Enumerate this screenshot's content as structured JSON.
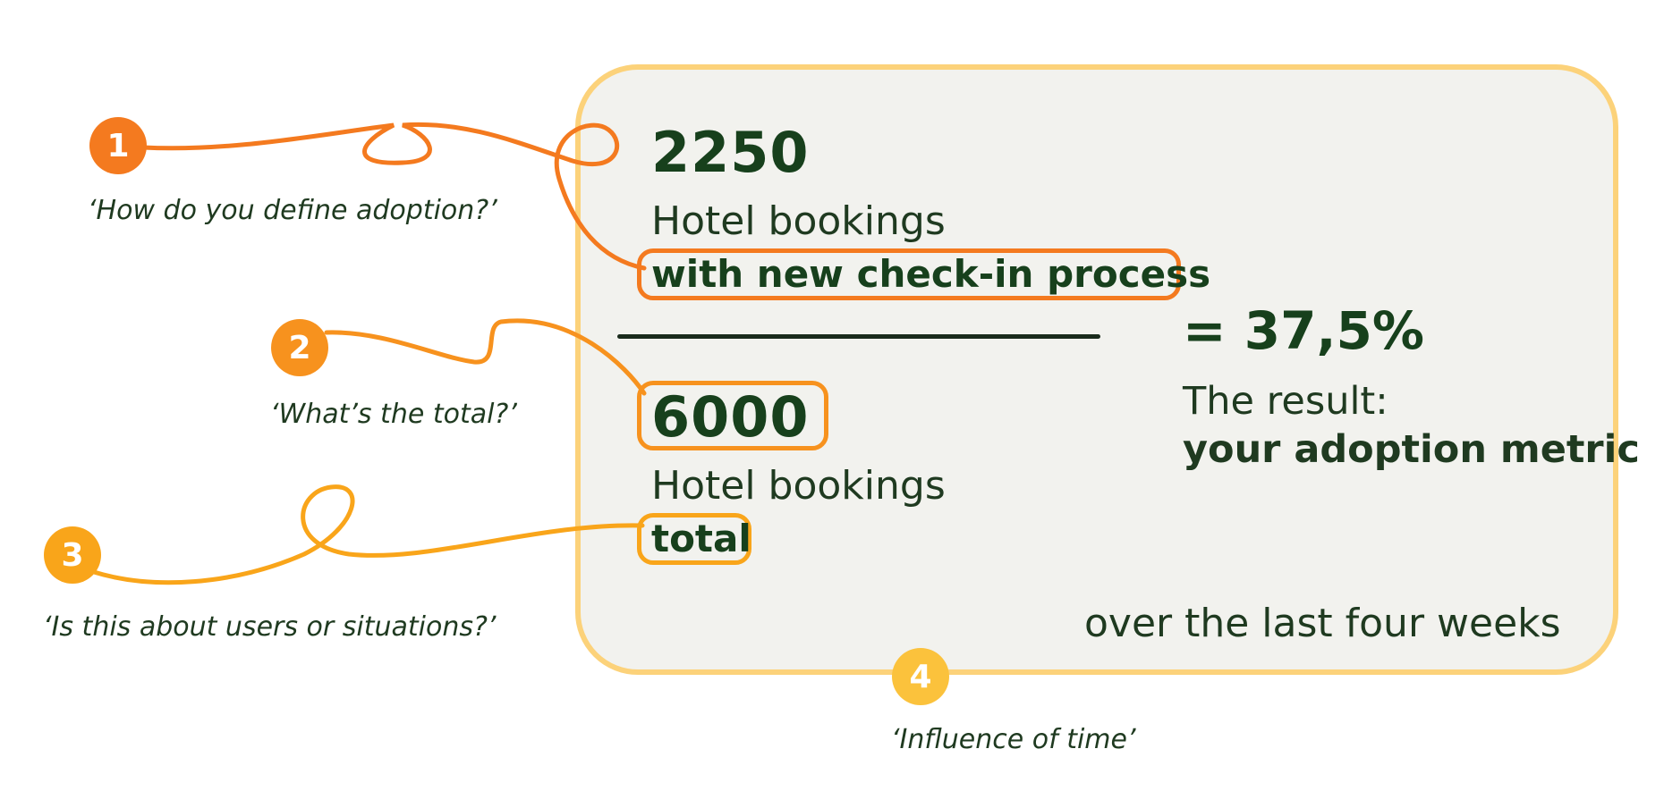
{
  "numerator": {
    "value": "2250",
    "label": "Hotel bookings",
    "qualifier": "with new check-in process"
  },
  "denominator": {
    "value": "6000",
    "label": "Hotel bookings",
    "qualifier": "total"
  },
  "result": {
    "value": "= 37,5%",
    "label": "The result:",
    "label_bold": "your adoption metric"
  },
  "timeframe": "over the last four weeks",
  "steps": [
    {
      "number": "1",
      "question": "‘How do you define adoption?’",
      "color": "#f47a1f"
    },
    {
      "number": "2",
      "question": "‘What’s the total?’",
      "color": "#f7921e"
    },
    {
      "number": "3",
      "question": "‘Is this about users or situations?’",
      "color": "#f9a51a"
    },
    {
      "number": "4",
      "question": "‘Influence of time’",
      "color": "#fbc23c"
    }
  ],
  "colors": {
    "card_border": "#fcd27a",
    "card_fill": "#f2f2ee",
    "text_dark_green": "#17401c"
  }
}
